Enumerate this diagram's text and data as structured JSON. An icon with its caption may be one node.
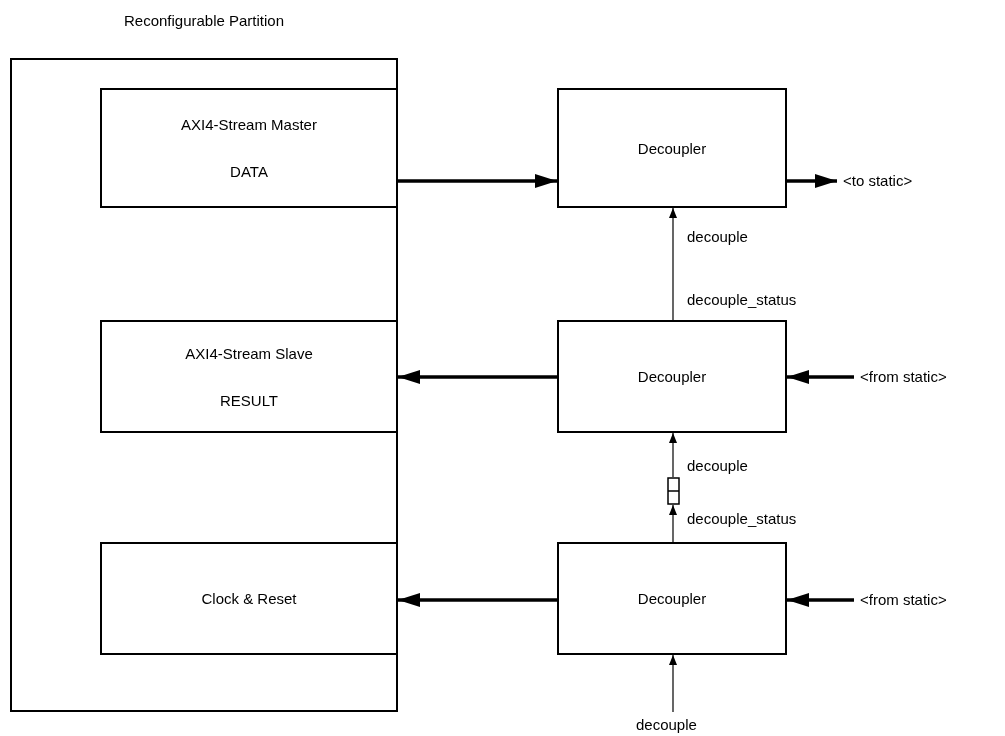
{
  "diagram": {
    "nodes": [
      {
        "text": [
          "Reconfigurable Partition"
        ]
      },
      {
        "text": [
          "AXI4-Stream Master",
          "DATA"
        ],
        "in": 0
      },
      {
        "text": [
          "AXI4-Stream Slave",
          "RESULT"
        ],
        "in": 0
      },
      {
        "text": [
          "Clock & Reset"
        ],
        "in": 0
      },
      {
        "text": [
          "Decoupler"
        ]
      },
      {
        "text": [
          "Decoupler"
        ]
      },
      {
        "text": [
          "Decoupler"
        ]
      },
      {
        "text": [
          "<to static>"
        ]
      },
      {
        "text": [
          "<from static>"
        ]
      },
      {
        "text": [
          "<from static>"
        ]
      },
      {
        "text": [],
        "shape": "box"
      },
      {
        "text": [
          "decouple"
        ]
      }
    ],
    "edges": [
      {
        "from": 1,
        "to": 4,
        "arrow": "to"
      },
      {
        "from": 4,
        "to": 7,
        "arrow": "to"
      },
      {
        "from": 5,
        "to": 4,
        "arrow": "to"
      },
      {
        "from": 5,
        "to": 2,
        "arrow": "to"
      },
      {
        "from": 8,
        "to": 5,
        "arrow": "to"
      },
      {
        "from": 10,
        "to": 5,
        "arrow": "to"
      },
      {
        "from": 6,
        "to": 10,
        "arrow": "to"
      },
      {
        "from": 6,
        "to": 3,
        "arrow": "to"
      },
      {
        "from": 9,
        "to": 6,
        "arrow": "to"
      },
      {
        "from": 11,
        "to": 6,
        "arrow": "to"
      }
    ],
    "labels": [
      "decouple",
      "decouple_status",
      "decouple",
      "decouple_status"
    ]
  }
}
